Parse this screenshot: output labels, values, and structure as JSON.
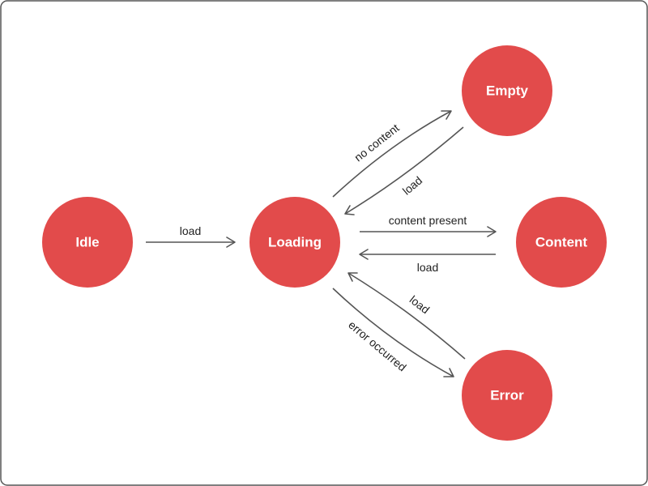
{
  "colors": {
    "node_fill": "#e24b4b",
    "node_text": "#ffffff",
    "edge": "#555555",
    "label": "#222222",
    "frame": "#555555"
  },
  "nodes": {
    "idle": "Idle",
    "loading": "Loading",
    "empty": "Empty",
    "content": "Content",
    "error": "Error"
  },
  "edges": {
    "idle_to_loading": "load",
    "loading_to_empty": "no content",
    "empty_to_loading": "load",
    "loading_to_content": "content present",
    "content_to_loading": "load",
    "loading_to_error": "error occurred",
    "error_to_loading": "load"
  }
}
